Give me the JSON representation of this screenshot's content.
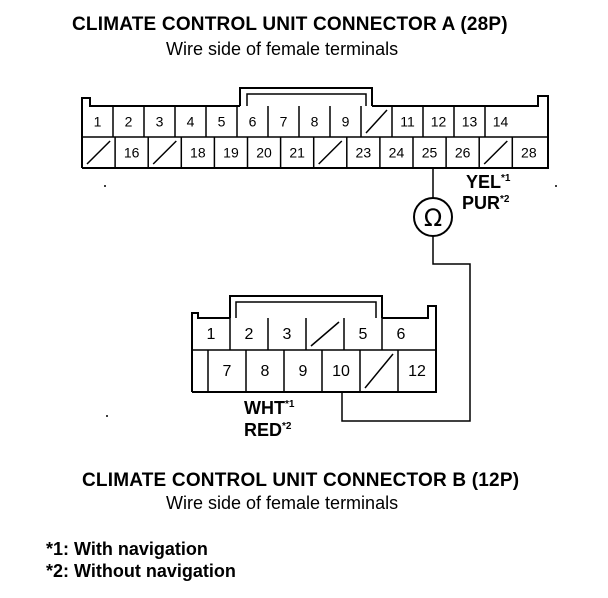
{
  "connector_a": {
    "title": "CLIMATE CONTROL UNIT CONNECTOR A (28P)",
    "subtitle": "Wire side of female terminals",
    "top_row": [
      "1",
      "2",
      "3",
      "4",
      "5",
      "6",
      "7",
      "8",
      "9",
      "",
      "11",
      "12",
      "13",
      "14"
    ],
    "bottom_row": [
      "",
      "16",
      "",
      "18",
      "19",
      "20",
      "21",
      "",
      "23",
      "24",
      "25",
      "26",
      "",
      "28"
    ],
    "wire_label_1": "YEL",
    "wire_label_2": "PUR",
    "mark_1": "*1",
    "mark_2": "*2"
  },
  "connector_b": {
    "title": "CLIMATE CONTROL UNIT CONNECTOR B (12P)",
    "subtitle": "Wire side of female terminals",
    "top_row": [
      "1",
      "2",
      "3",
      "",
      "5",
      "6"
    ],
    "bottom_row": [
      "7",
      "8",
      "9",
      "10",
      "",
      "12"
    ],
    "wire_label_1": "WHT",
    "wire_label_2": "RED",
    "mark_1": "*1",
    "mark_2": "*2"
  },
  "meter_symbol": "Ω",
  "footnotes": [
    "*1: With navigation",
    "*2: Without navigation"
  ]
}
